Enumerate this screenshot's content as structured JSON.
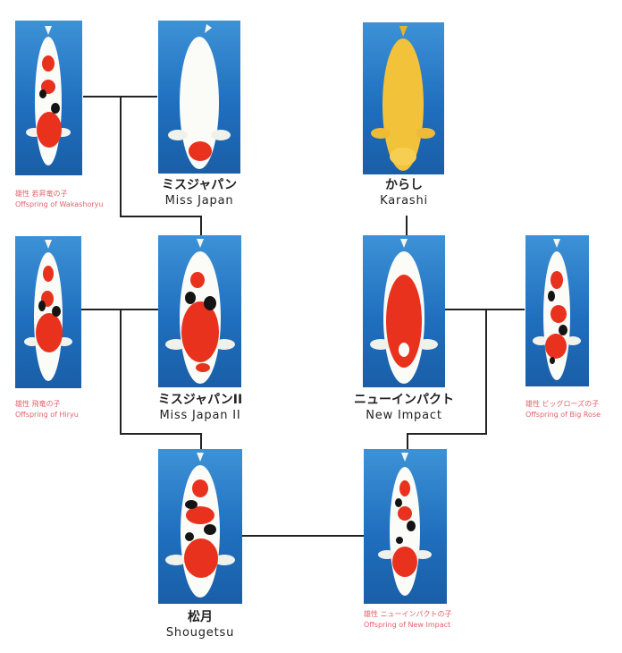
{
  "koi": {
    "miss_japan": {
      "jp": "ミスジャパン",
      "en": "Miss Japan"
    },
    "karashi": {
      "jp": "からし",
      "en": "Karashi"
    },
    "miss_japan_2": {
      "jp": "ミスジャパンII",
      "en": "Miss Japan II"
    },
    "new_impact": {
      "jp": "ニューインパクト",
      "en": "New Impact"
    },
    "shougetsu": {
      "jp": "松月",
      "en": "Shougetsu"
    }
  },
  "offspring_notes": {
    "wakashoryu": {
      "jp": "雄性 若昇竜の子",
      "en": "Offspring of Wakashoryu"
    },
    "hiryu": {
      "jp": "雄性 飛竜の子",
      "en": "Offspring of Hiryu"
    },
    "big_rose": {
      "jp": "雄性 ビッグローズの子",
      "en": "Offspring of Big Rose"
    },
    "new_impact": {
      "jp": "雄性 ニューインパクトの子",
      "en": "Offspring of New Impact"
    }
  },
  "colors": {
    "water": "#2a7fcc",
    "white": "#fbfbf8",
    "red": "#e8321e",
    "black": "#141414",
    "yellow": "#f2c23a",
    "note_text": "#e2616a",
    "line": "#222222"
  }
}
